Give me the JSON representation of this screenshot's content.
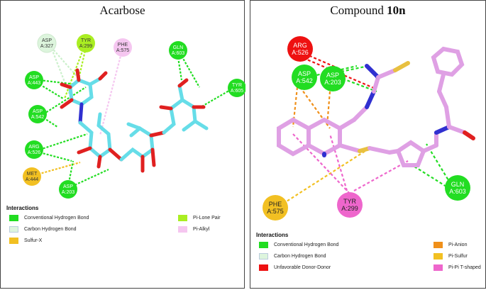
{
  "left": {
    "title": "Acarbose",
    "residues": [
      {
        "name": "ASP",
        "num": "A:327",
        "type": "carbon_h"
      },
      {
        "name": "TYR",
        "num": "A:299",
        "type": "pi_lone"
      },
      {
        "name": "PHE",
        "num": "A:575",
        "type": "pi_alkyl"
      },
      {
        "name": "GLN",
        "num": "A:603",
        "type": "conv_h"
      },
      {
        "name": "ASP",
        "num": "A:443",
        "type": "conv_h"
      },
      {
        "name": "TYR",
        "num": "A:605",
        "type": "conv_h"
      },
      {
        "name": "ASP",
        "num": "A:542",
        "type": "conv_h"
      },
      {
        "name": "ARG",
        "num": "A:526",
        "type": "conv_h"
      },
      {
        "name": "MET",
        "num": "A:444",
        "type": "sulfur_x"
      },
      {
        "name": "ASP",
        "num": "A:203",
        "type": "conv_h"
      }
    ],
    "legend": {
      "title": "Interactions",
      "items": [
        {
          "label": "Conventional Hydrogen Bond",
          "color": "#22dd22"
        },
        {
          "label": "Carbon Hydrogen Bond",
          "color": "#ddf5dd"
        },
        {
          "label": "Sulfur-X",
          "color": "#f2c022"
        },
        {
          "label": "Pi-Lone Pair",
          "color": "#aaee22"
        },
        {
          "label": "Pi-Alkyl",
          "color": "#f5c6f0"
        }
      ]
    }
  },
  "right": {
    "title_prefix": "Compound ",
    "title_bold": "10n",
    "residues": [
      {
        "name": "ARG",
        "num": "A:526",
        "type": "unfavorable"
      },
      {
        "name": "ASP",
        "num": "A:542",
        "type": "conv_h"
      },
      {
        "name": "ASP",
        "num": "A:203",
        "type": "conv_h"
      },
      {
        "name": "GLN",
        "num": "A:603",
        "type": "conv_h"
      },
      {
        "name": "PHE",
        "num": "A:575",
        "type": "pi_sulfur"
      },
      {
        "name": "TYR",
        "num": "A:299",
        "type": "pi_pi_t"
      }
    ],
    "legend": {
      "title": "Interactions",
      "items": [
        {
          "label": "Conventional Hydrogen Bond",
          "color": "#22dd22"
        },
        {
          "label": "Carbon Hydrogen Bond",
          "color": "#ddf5dd"
        },
        {
          "label": "Unfavorable Donor-Donor",
          "color": "#ee1111"
        },
        {
          "label": "Pi-Anion",
          "color": "#f0901a"
        },
        {
          "label": "Pi-Sulfur",
          "color": "#f2c022"
        },
        {
          "label": "Pi-Pi T-shaped",
          "color": "#ee66cc"
        }
      ]
    }
  },
  "colors": {
    "conv_h": "#22dd22",
    "carbon_h": "#ddf5dd",
    "sulfur_x": "#f2c022",
    "pi_lone": "#aaee22",
    "pi_alkyl": "#f5c6f0",
    "unfavorable": "#ee1111",
    "pi_anion": "#f0901a",
    "pi_sulfur": "#f2c022",
    "pi_pi_t": "#ee66cc",
    "carbon_left": "#66dde8",
    "carbon_right": "#dfa0e4",
    "oxygen": "#e02020",
    "nitrogen": "#3030d0",
    "sulfur": "#e8c040"
  }
}
